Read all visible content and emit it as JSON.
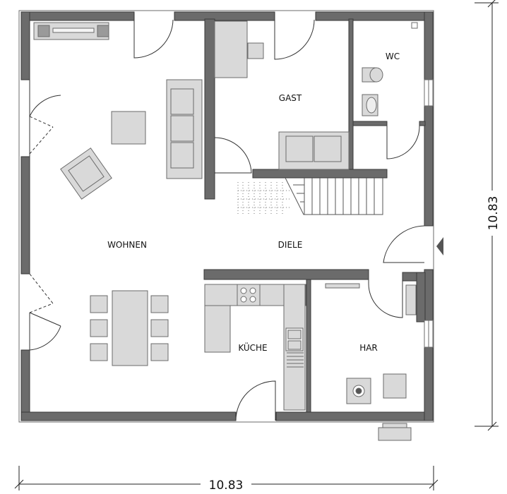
{
  "plan": {
    "rooms": {
      "wohnen": "WOHNEN",
      "gast": "GAST",
      "wc": "WC",
      "diele": "DIELE",
      "kueche": "KÜCHE",
      "har": "HAR"
    },
    "dimensions": {
      "width": "10.83",
      "height": "10.83"
    }
  },
  "colors": {
    "wall_fill": "#6b6b6b",
    "wall_stroke": "#3a3a3a",
    "furniture_fill": "#d9d9d9",
    "furniture_stroke": "#6b6b6b"
  }
}
